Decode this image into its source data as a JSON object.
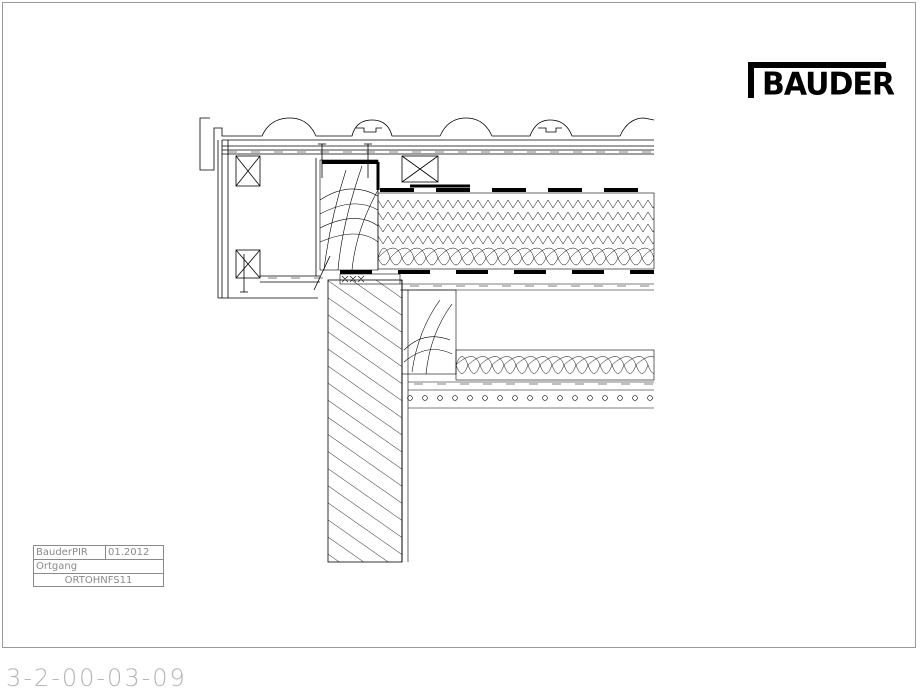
{
  "logo": {
    "text": "BAUDER"
  },
  "title_block": {
    "product": "BauderPIR",
    "date": "01.2012",
    "detail_name": "Ortgang",
    "code": "ORTOHNFS11"
  },
  "document_number": "3-2-00-03-09",
  "colors": {
    "line": "#000000",
    "frame": "#9a9a9a",
    "text_gray": "#8a8a8a",
    "docnum_gray": "#b5b5b5"
  }
}
